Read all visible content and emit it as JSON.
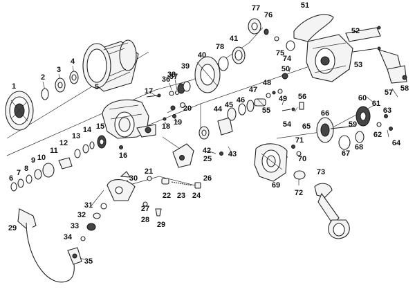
{
  "callouts": [
    "1",
    "2",
    "3",
    "4",
    "5",
    "6",
    "7",
    "8",
    "9",
    "10",
    "11",
    "12",
    "13",
    "14",
    "15",
    "16",
    "17",
    "18",
    "19",
    "20",
    "21",
    "22",
    "23",
    "24",
    "25",
    "26",
    "27",
    "28",
    "29",
    "29",
    "30",
    "31",
    "32",
    "33",
    "34",
    "35",
    "36",
    "37",
    "38",
    "39",
    "40",
    "41",
    "42",
    "43",
    "44",
    "45",
    "46",
    "47",
    "48",
    "49",
    "50",
    "51",
    "52",
    "53",
    "54",
    "55",
    "56",
    "57",
    "58",
    "59",
    "60",
    "61",
    "62",
    "63",
    "64",
    "65",
    "66",
    "67",
    "68",
    "69",
    "70",
    "71",
    "72",
    "73",
    "74",
    "75",
    "76",
    "77",
    "78"
  ]
}
